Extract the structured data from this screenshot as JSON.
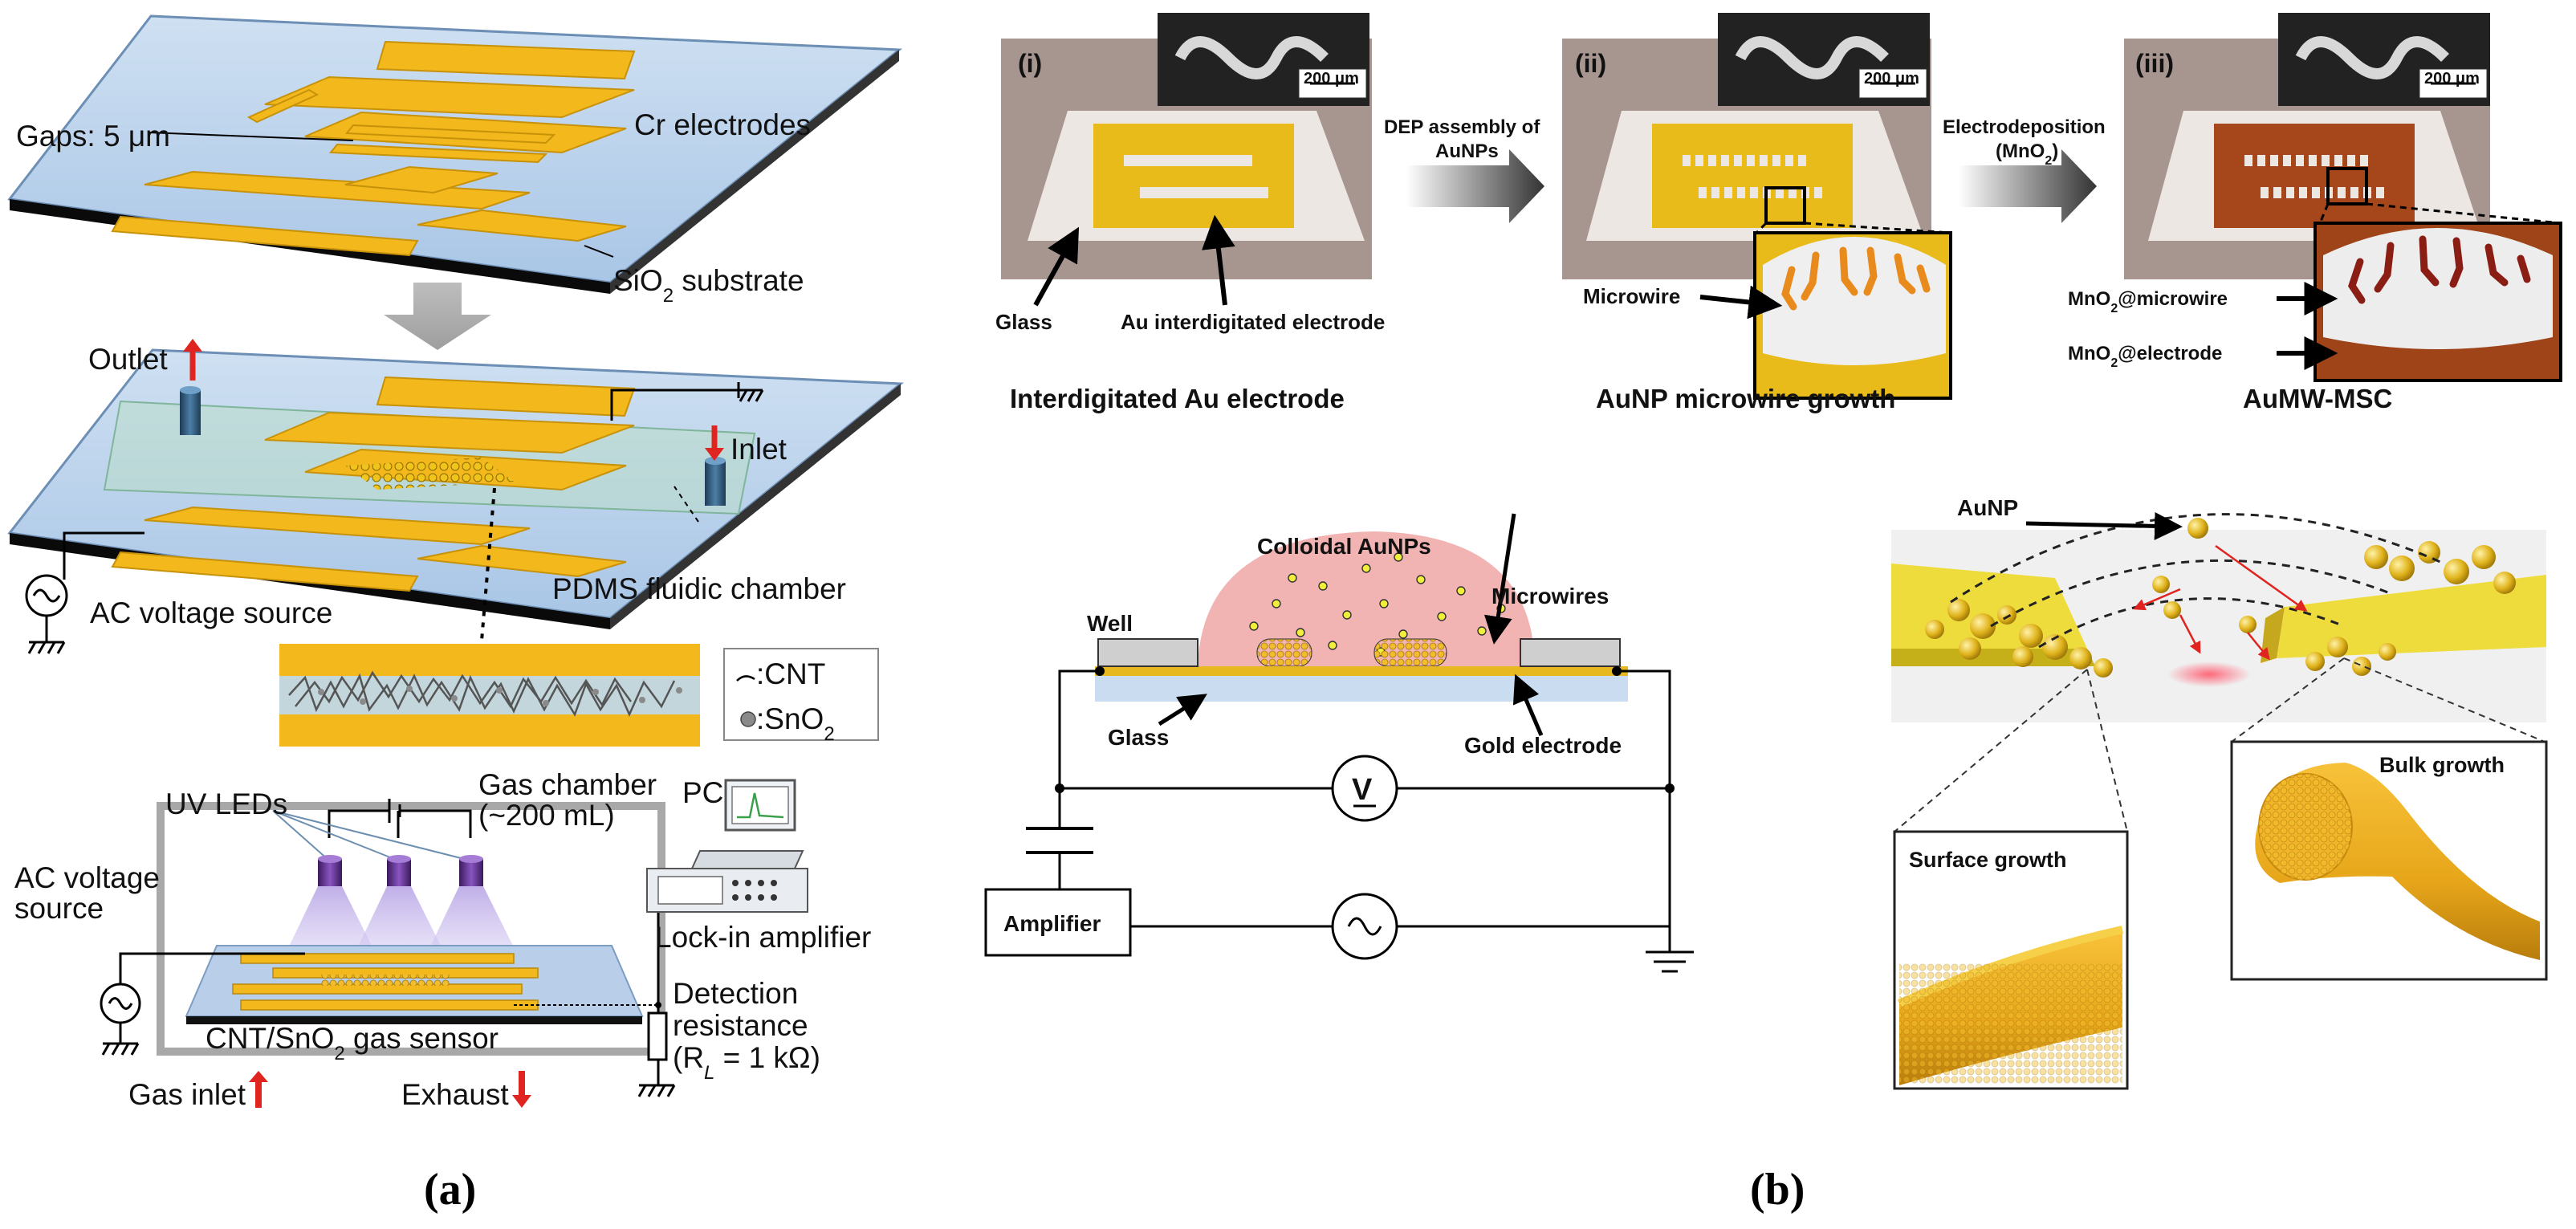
{
  "panel_a": {
    "caption": "(a)",
    "top": {
      "gaps": "Gaps: 5 μm",
      "cr": "Cr electrodes",
      "sio2_main": "SiO",
      "sio2_sub": "2",
      "sio2_rest": " substrate"
    },
    "middle": {
      "outlet": "Outlet",
      "inlet": "Inlet",
      "ac": "AC voltage source",
      "pdms": "PDMS fluidic chamber",
      "legend_cnt": ":CNT",
      "legend_sno2_main": ":SnO",
      "legend_sno2_sub": "2"
    },
    "bottom": {
      "uv": "UV LEDs",
      "gas_chamber_1": "Gas chamber",
      "gas_chamber_2": "(~200 mL)",
      "pc": "PC",
      "ac_1": "AC voltage",
      "ac_2": "source",
      "lockin": "Lock-in amplifier",
      "sensor_main": "CNT/SnO",
      "sensor_sub": "2",
      "sensor_rest": " gas sensor",
      "det_1": "Detection",
      "det_2": "resistance",
      "det_3": "(R",
      "det_3_sub": "L",
      "det_3_rest": " = 1 kΩ)",
      "gas_inlet": "Gas inlet",
      "exhaust": "Exhaust"
    }
  },
  "panel_b": {
    "caption": "(b)",
    "step1": {
      "tag": "(i)",
      "scale": "200 μm",
      "glass": "Glass",
      "au": "Au interdigitated electrode",
      "title": "Interdigitated Au electrode"
    },
    "arrow1": {
      "line1": "DEP assembly of",
      "line2": "AuNPs"
    },
    "step2": {
      "tag": "(ii)",
      "scale": "200 μm",
      "microwire": "Microwire",
      "title": "AuNP microwire growth"
    },
    "arrow2": {
      "line1": "Electrodeposition",
      "line2_main": "(MnO",
      "line2_sub": "2",
      "line2_rest": ")"
    },
    "step3": {
      "tag": "(iii)",
      "scale": "200 μm",
      "mw_main": "MnO",
      "mw_sub": "2",
      "mw_rest": "@microwire",
      "el_main": "MnO",
      "el_sub": "2",
      "el_rest": "@electrode",
      "title": "AuMW-MSC"
    },
    "circuit": {
      "colloid": "Colloidal AuNPs",
      "microwires": "Microwires",
      "well": "Well",
      "glass": "Glass",
      "gold": "Gold electrode",
      "voltmeter": "V",
      "amplifier": "Amplifier"
    },
    "growth": {
      "aunp": "AuNP",
      "surface": "Surface growth",
      "bulk": "Bulk growth"
    }
  }
}
